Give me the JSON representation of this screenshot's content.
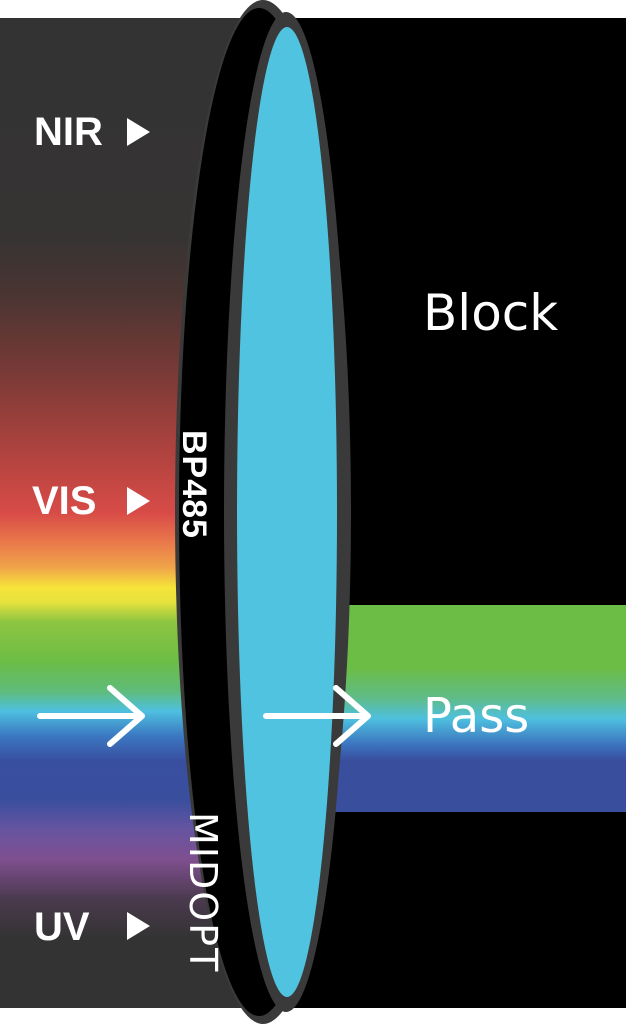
{
  "labels": {
    "nir": "NIR",
    "vis": "VIS",
    "uv": "UV",
    "block": "Block",
    "pass": "Pass"
  },
  "filter": {
    "model": "BP485",
    "brand": "MIDOPT"
  },
  "colors": {
    "background_block": "#000000",
    "left_dark": "#333333",
    "glass": "#4fc3e0",
    "rim_outer": "#3a3a3a",
    "rim_inner": "#000000",
    "pass_green": "#6cbd45",
    "pass_cyan": "#4ec0df",
    "pass_blue": "#3a4e9e",
    "arrow": "#ffffff"
  },
  "icons": [
    "triangle-arrow-icon",
    "long-arrow-icon",
    "brand-logo-icon"
  ]
}
